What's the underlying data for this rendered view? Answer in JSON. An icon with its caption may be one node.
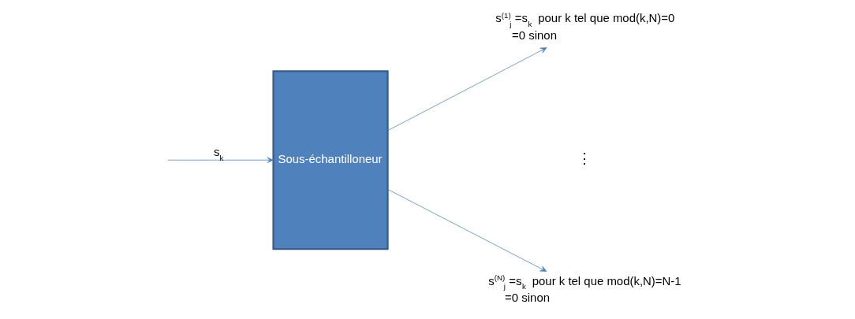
{
  "diagram": {
    "nodes": [
      {
        "text": [
          "Sous-échantilloneur"
        ]
      },
      {
        "text": [
          "s$^{(1)}$$_{j}$=s$_{k}$ pour k tel que mod(k,N)=0",
          "=0 sinon"
        ]
      },
      {
        "text": [
          "s$^{(N)}$$_{j}$=s$_{k}$ pour k tel que mod(k,N)=N-1",
          "=0 sinon"
        ]
      }
    ],
    "edges": [
      {
        "from": null,
        "to": 0,
        "arrow": "to",
        "label": "s$_{k}$"
      },
      {
        "from": 0,
        "to": 1,
        "arrow": "to"
      },
      {
        "from": 0,
        "to": 2,
        "arrow": "to"
      }
    ],
    "labels": [
      "⋮"
    ]
  }
}
